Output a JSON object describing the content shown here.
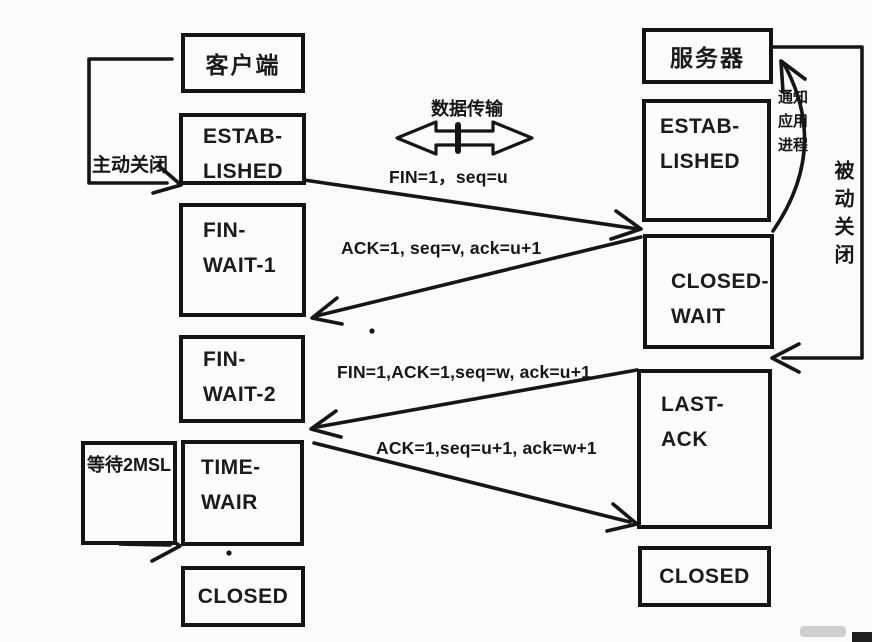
{
  "client": {
    "title": "客户端",
    "active_close_label": "主动关闭",
    "established": {
      "line1": "ESTAB-",
      "line2": "LISHED"
    },
    "fin_wait_1": {
      "line1": "FIN-",
      "line2": "WAIT-1"
    },
    "fin_wait_2": {
      "line1": "FIN-",
      "line2": "WAIT-2"
    },
    "wait_2msl_label": "等待2MSL",
    "time_wait": {
      "line1": "TIME-",
      "line2": "WAIR"
    },
    "closed": "CLOSED"
  },
  "server": {
    "title": "服务器",
    "passive_close_label": "被动关闭",
    "notify_label": "通知应用进程",
    "established": {
      "line1": "ESTAB-",
      "line2": "LISHED"
    },
    "closed_wait": {
      "line1": "CLOSED-",
      "line2": "WAIT"
    },
    "last_ack": {
      "line1": "LAST-",
      "line2": "ACK"
    },
    "closed": "CLOSED"
  },
  "messages": {
    "data_transfer": "数据传输",
    "fin_1": "FIN=1，seq=u",
    "ack_1": "ACK=1, seq=v, ack=u+1",
    "fin_2": "FIN=1,ACK=1,seq=w, ack=u+1",
    "ack_2": "ACK=1,seq=u+1, ack=w+1"
  },
  "colors": {
    "line": "#161616",
    "background": "#fbfbfb"
  }
}
